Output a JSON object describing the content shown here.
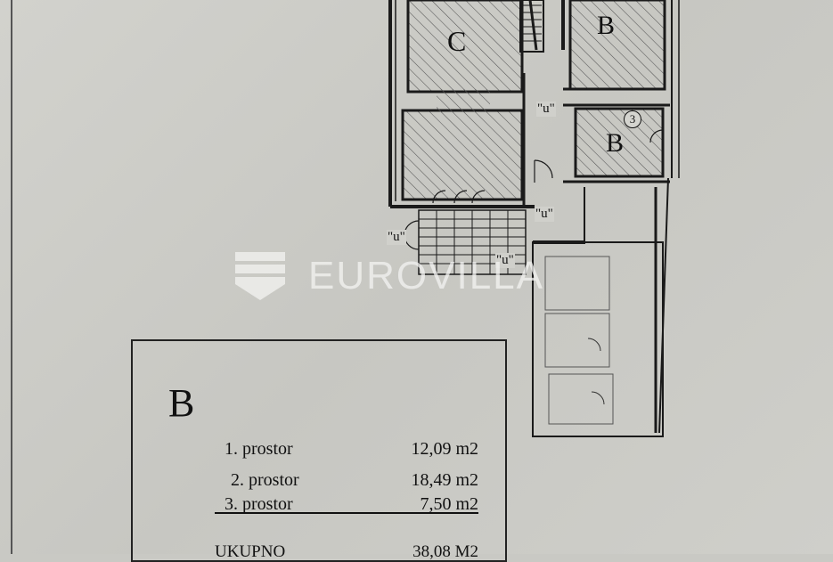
{
  "plan": {
    "rooms": [
      {
        "id": "c",
        "label": "C"
      },
      {
        "id": "b-top",
        "label": "B"
      },
      {
        "id": "b-right",
        "label": "B"
      }
    ],
    "room_number": "3",
    "passage_label": "\"u\""
  },
  "watermark": {
    "text": "EUROVILLA"
  },
  "legend": {
    "title": "B",
    "rows": [
      {
        "label": "1. prostor",
        "value": "12,09  m2"
      },
      {
        "label": "2. prostor",
        "value": "18,49  m2"
      },
      {
        "label": "3. prostor",
        "value": "7,50  m2"
      }
    ],
    "total_label": "UKUPNO",
    "total_value": "38,08  M2"
  },
  "colors": {
    "wall": "#1a1a1a",
    "hatch": "#555555",
    "paper": "#cdcdc8",
    "watermark": "#f4f4f2"
  }
}
